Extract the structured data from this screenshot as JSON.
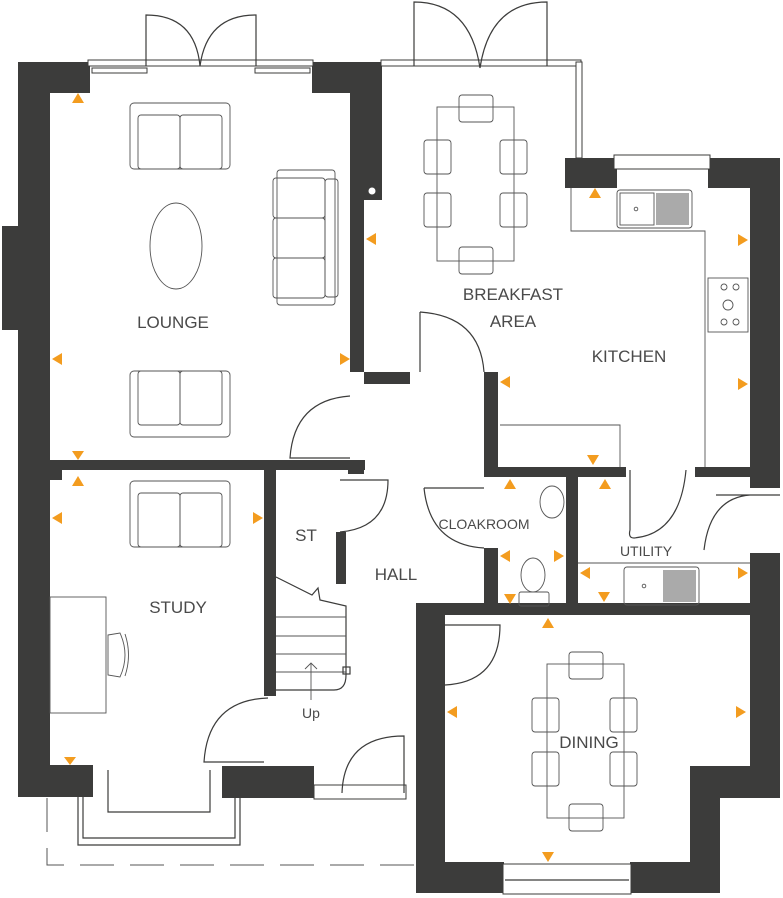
{
  "plan": {
    "title": "Ground Floor Plan",
    "rooms": {
      "lounge": "LOUNGE",
      "breakfast_1": "BREAKFAST",
      "breakfast_2": "AREA",
      "kitchen": "KITCHEN",
      "study": "STUDY",
      "store": "ST",
      "hall": "HALL",
      "cloakroom": "CLOAKROOM",
      "utility": "UTILITY",
      "dining": "DINING"
    },
    "stairs_label": "Up",
    "colors": {
      "wall": "#3c3c3b",
      "marker": "#f39c1f",
      "line": "#555555"
    }
  }
}
